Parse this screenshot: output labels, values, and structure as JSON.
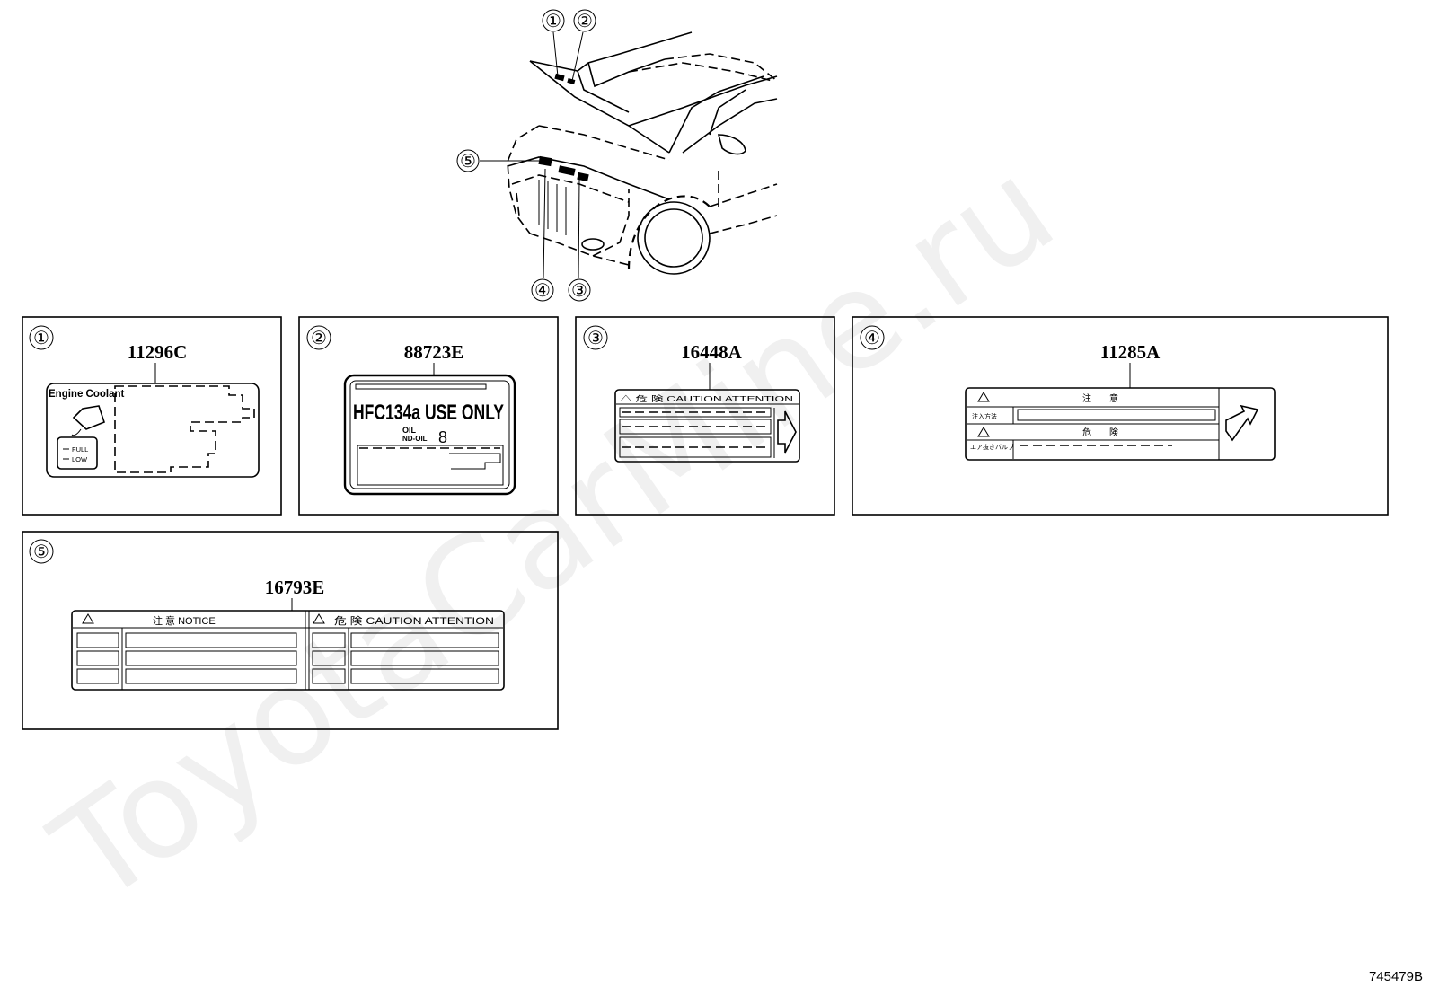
{
  "watermark": "ToyotaCarMine.ru",
  "diagram_id": "745479B",
  "callouts": [
    "①",
    "②",
    "③",
    "④",
    "⑤"
  ],
  "panels": [
    {
      "num": "①",
      "part": "11296C",
      "text": [
        "Engine Coolant",
        "FULL",
        "LOW"
      ]
    },
    {
      "num": "②",
      "part": "88723E",
      "text": [
        "HFC134a USE ONLY",
        "OIL",
        "ND-OIL",
        "8"
      ]
    },
    {
      "num": "③",
      "part": "16448A",
      "text": [
        "△  危    険    CAUTION    ATTENTION"
      ]
    },
    {
      "num": "④",
      "part": "11285A",
      "text": [
        "注　　意",
        "注入方法",
        "危　　険",
        "エア抜きバルブ"
      ]
    },
    {
      "num": "⑤",
      "part": "16793E",
      "text": [
        "注 意      NOTICE",
        "危 険  CAUTION  ATTENTION"
      ]
    }
  ],
  "icons": [
    "warning-triangle-icon",
    "arrow-right-icon",
    "arrow-up-right-icon"
  ]
}
